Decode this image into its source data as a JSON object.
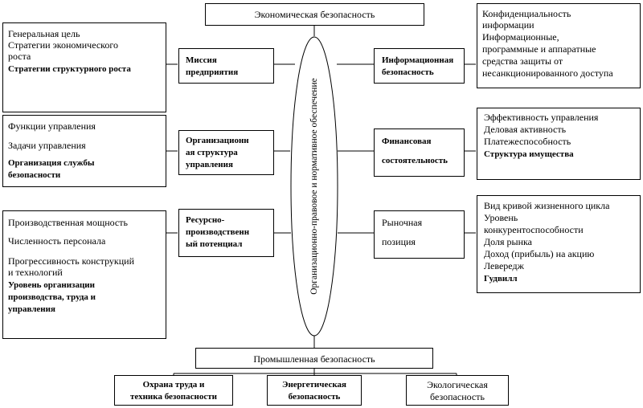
{
  "top": {
    "title": "Экономическая безопасность"
  },
  "center": {
    "oval_label": "Организационно-правовое и нормативное обеспечение"
  },
  "left": [
    {
      "items": [
        {
          "text": "Генеральная цель",
          "bold": false
        },
        {
          "text": "Стратегии экономического",
          "bold": false
        },
        {
          "text": "роста",
          "bold": false
        },
        {
          "text": "Стратегии структурного  роста",
          "bold": true
        }
      ],
      "label": [
        "Миссия",
        "предприятия"
      ]
    },
    {
      "items": [
        {
          "text": "Функции управления",
          "bold": false
        },
        {
          "text": "Задачи управления",
          "bold": false
        },
        {
          "text": " Организация службы",
          "bold": true
        },
        {
          "text": "безопасности",
          "bold": true
        }
      ],
      "label": [
        "Организационн",
        "ая структура",
        "управления"
      ]
    },
    {
      "items": [
        {
          "text": "Производственная мощность",
          "bold": false
        },
        {
          "text": "Численность персонала",
          "bold": false
        },
        {
          "text": "Прогрессивность конструкций",
          "bold": false
        },
        {
          "text": "и технологий",
          "bold": false
        },
        {
          "text": "Уровень организации",
          "bold": true
        },
        {
          "text": "производства, труда и",
          "bold": true
        },
        {
          "text": "управления",
          "bold": true
        }
      ],
      "label": [
        "Ресурсно-",
        "производственн",
        "ый потенциал"
      ]
    }
  ],
  "right": [
    {
      "label": [
        "Информационная",
        "безопасность"
      ],
      "items": [
        {
          "text": "Конфиденциальность",
          "bold": false
        },
        {
          "text": "информации",
          "bold": false
        },
        {
          "text": "Информационные,",
          "bold": false
        },
        {
          "text": "программные и аппаратные",
          "bold": false
        },
        {
          "text": "средства защиты от",
          "bold": false
        },
        {
          "text": "несанкционированного доступа",
          "bold": false
        }
      ]
    },
    {
      "label": [
        "Финансовая",
        "состоятельность"
      ],
      "items": [
        {
          "text": "Эффективность  управления",
          "bold": false
        },
        {
          "text": "Деловая активность",
          "bold": false
        },
        {
          "text": "Платежеспособность",
          "bold": false
        },
        {
          "text": "Структура  имущества",
          "bold": true
        }
      ]
    },
    {
      "label": [
        "Рыночная",
        "позиция"
      ],
      "items": [
        {
          "text": "Вид кривой жизненного цикла",
          "bold": false
        },
        {
          "text": "Уровень",
          "bold": false
        },
        {
          "text": "конкурентоспособности",
          "bold": false
        },
        {
          "text": "Доля рынка",
          "bold": false
        },
        {
          "text": "Доход (прибыль) на акцию",
          "bold": false
        },
        {
          "text": "Левередж",
          "bold": false
        },
        {
          "text": "Гудвилл",
          "bold": true
        }
      ]
    }
  ],
  "bottom": {
    "title": "Промышленная безопасность",
    "children": [
      [
        "Охрана труда и",
        "техника безопасности"
      ],
      [
        "Энергетическая",
        "безопасность"
      ],
      [
        "Экологическая",
        "безопасность"
      ]
    ]
  }
}
